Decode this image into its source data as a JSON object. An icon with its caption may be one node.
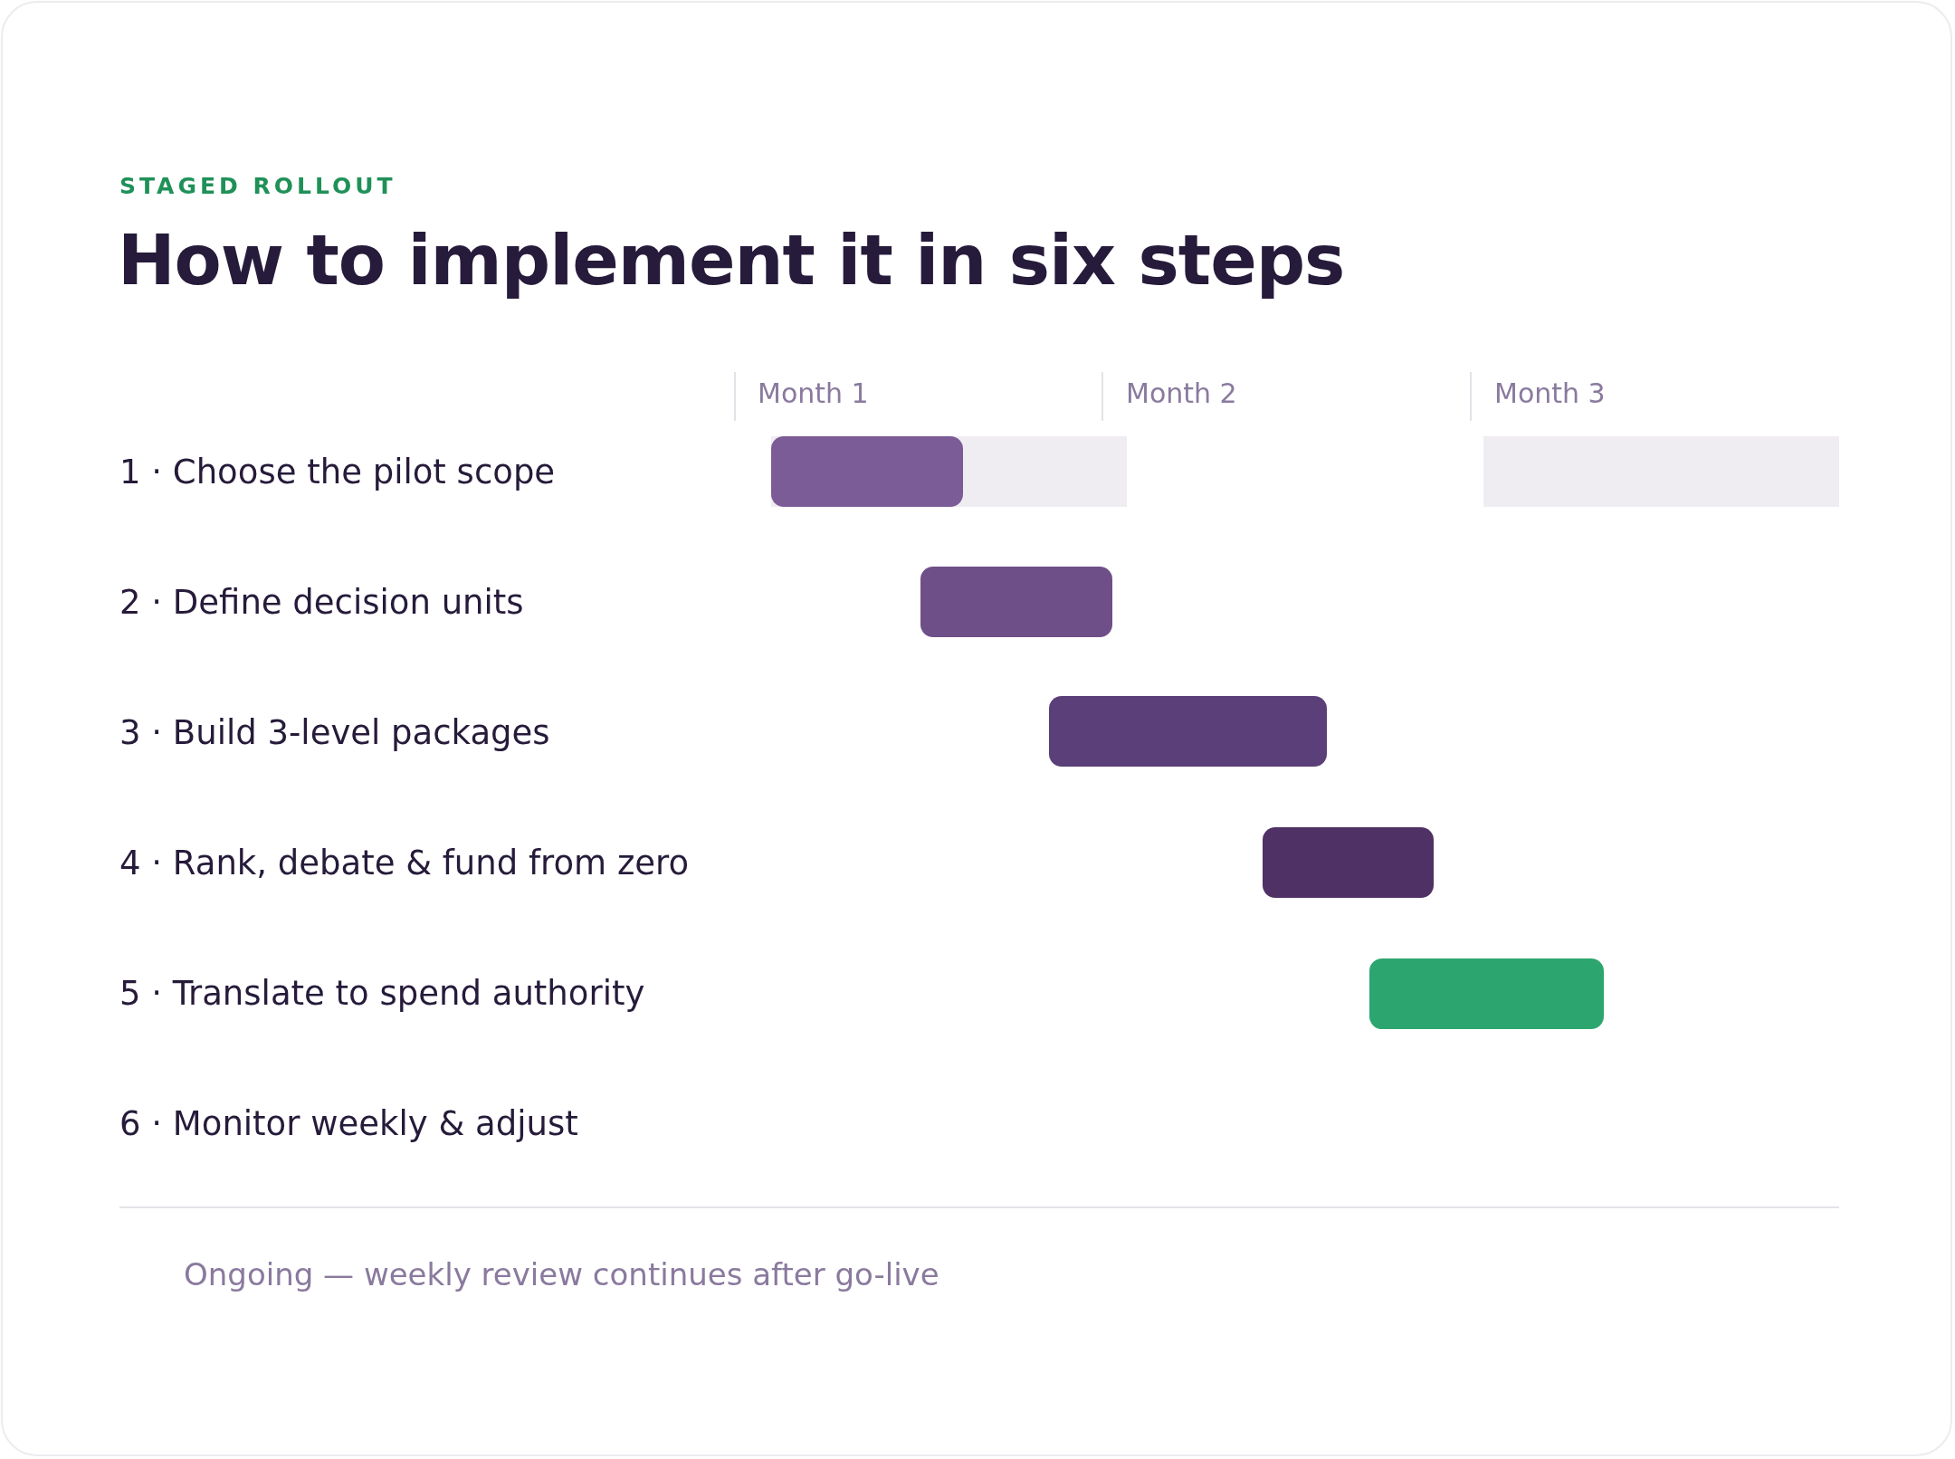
{
  "diagram": {
    "title": "How to implement it in six steps",
    "caption": "Ongoing — weekly review continues after go-live",
    "nodes": [
      {
        "text": [],
        "shape": "bar"
      },
      {
        "text": [],
        "shape": "bar",
        "in": 0
      },
      {
        "text": [],
        "shape": "bar"
      },
      {
        "text": [],
        "shape": "bar"
      },
      {
        "text": [],
        "shape": "bar"
      },
      {
        "text": [],
        "shape": "bar"
      },
      {
        "text": [],
        "shape": "bar"
      }
    ],
    "labels": [
      "STAGED ROLLOUT",
      "Month 1",
      "Month 2",
      "Month 3",
      "1 · Choose the pilot scope",
      "2 · Define decision units",
      "3 · Build 3-level packages",
      "4 · Rank, debate & fund from zero",
      "5 · Translate to spend authority",
      "6 · Monitor weekly & adjust"
    ]
  }
}
